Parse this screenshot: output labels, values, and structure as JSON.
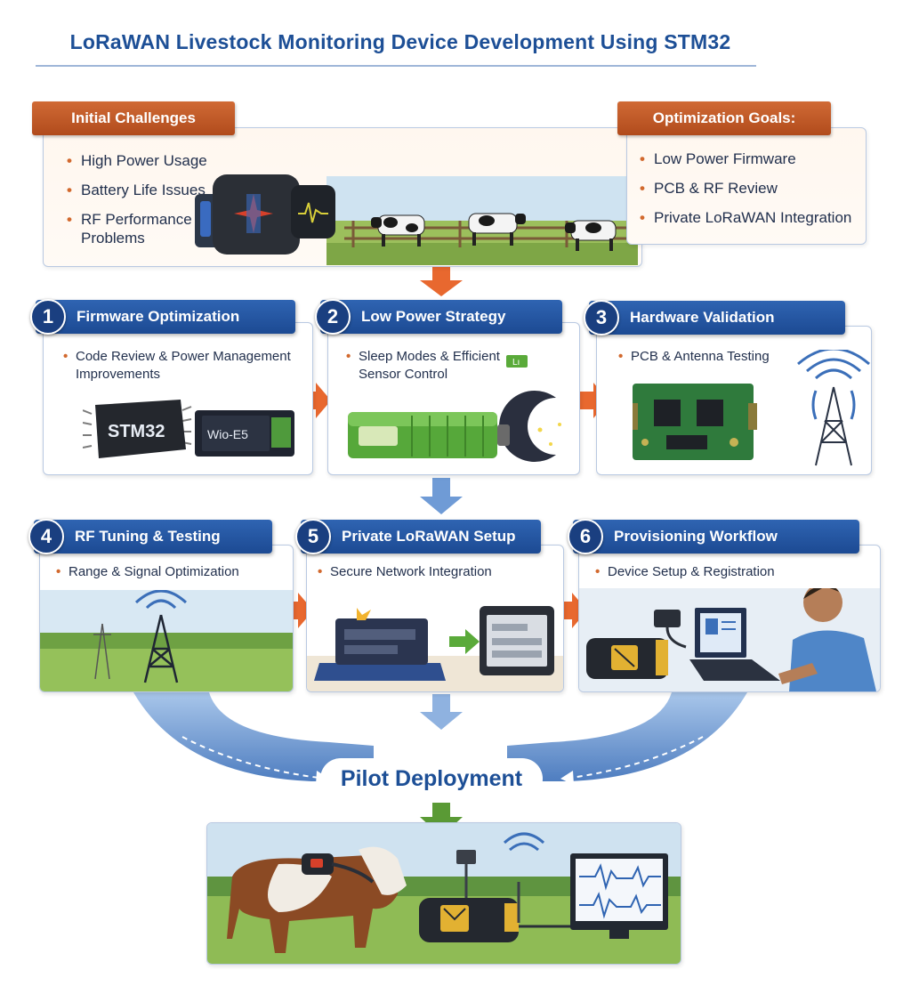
{
  "title": "LoRaWAN Livestock Monitoring Device Development Using STM32",
  "challenges": {
    "header": "Initial Challenges",
    "items": [
      "High Power Usage",
      "Battery Life Issues",
      "RF Performance Problems"
    ]
  },
  "goals": {
    "header": "Optimization Goals:",
    "items": [
      "Low Power Firmware",
      "PCB & RF Review",
      "Private LoRaWAN Integration"
    ]
  },
  "steps": [
    {
      "num": "1",
      "title": "Firmware Optimization",
      "text": "Code Review & Power Management Improvements",
      "chip1": "STM32",
      "chip2": "Wio-E5"
    },
    {
      "num": "2",
      "title": "Low Power Strategy",
      "text": "Sleep Modes & Efficient Sensor Control"
    },
    {
      "num": "3",
      "title": "Hardware Validation",
      "text": "PCB & Antenna Testing"
    },
    {
      "num": "4",
      "title": "RF Tuning & Testing",
      "text": "Range & Signal Optimization"
    },
    {
      "num": "5",
      "title": "Private LoRaWAN Setup",
      "text": "Secure Network Integration"
    },
    {
      "num": "6",
      "title": "Provisioning Workflow",
      "text": "Device Setup & Registration"
    }
  ],
  "pilot": "Pilot Deployment",
  "colors": {
    "title_blue": "#1d4f96",
    "step_blue": "#1c4a93",
    "challenge_orange": "#b14b1c",
    "arrow_orange": "#e8682f",
    "arrow_blue": "#6f9bd6",
    "arrow_green": "#5a9a35"
  }
}
